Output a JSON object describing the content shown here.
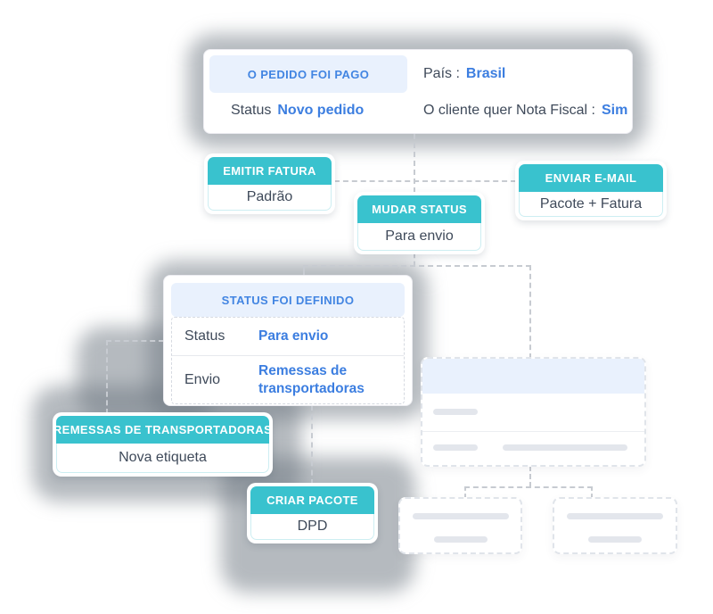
{
  "colors": {
    "teal": "#39c2ce",
    "blue": "#4285e2",
    "blue_bold": "#3c7ee0",
    "dark": "#3f4a5a",
    "header_bg": "#e9f1fd",
    "connector": "#c7cbd1",
    "skeleton": "#e3e6ec",
    "shadow": "rgba(108,117,128,0.5)"
  },
  "trigger_card": {
    "title": "O PEDIDO FOI PAGO",
    "country_label": "País :",
    "country_value": "Brasil",
    "status_label": "Status",
    "status_value": "Novo pedido",
    "invoice_label": "O cliente quer Nota Fiscal :",
    "invoice_value": "Sim"
  },
  "action_cards": {
    "emitir_fatura": {
      "title": "EMITIR FATURA",
      "value": "Padrão"
    },
    "mudar_status": {
      "title": "MUDAR STATUS",
      "value": "Para envio"
    },
    "enviar_email": {
      "title": "ENVIAR E-MAIL",
      "value": "Pacote + Fatura"
    },
    "remessas": {
      "title": "REMESSAS DE TRANSPORTADORAS",
      "value": "Nova etiqueta"
    },
    "criar_pacote": {
      "title": "CRIAR PACOTE",
      "value": "DPD"
    }
  },
  "status_card": {
    "title": "STATUS FOI DEFINIDO",
    "rows": [
      {
        "label": "Status",
        "value": "Para envio"
      },
      {
        "label": "Envio",
        "value": "Remessas de transportadoras"
      }
    ]
  }
}
